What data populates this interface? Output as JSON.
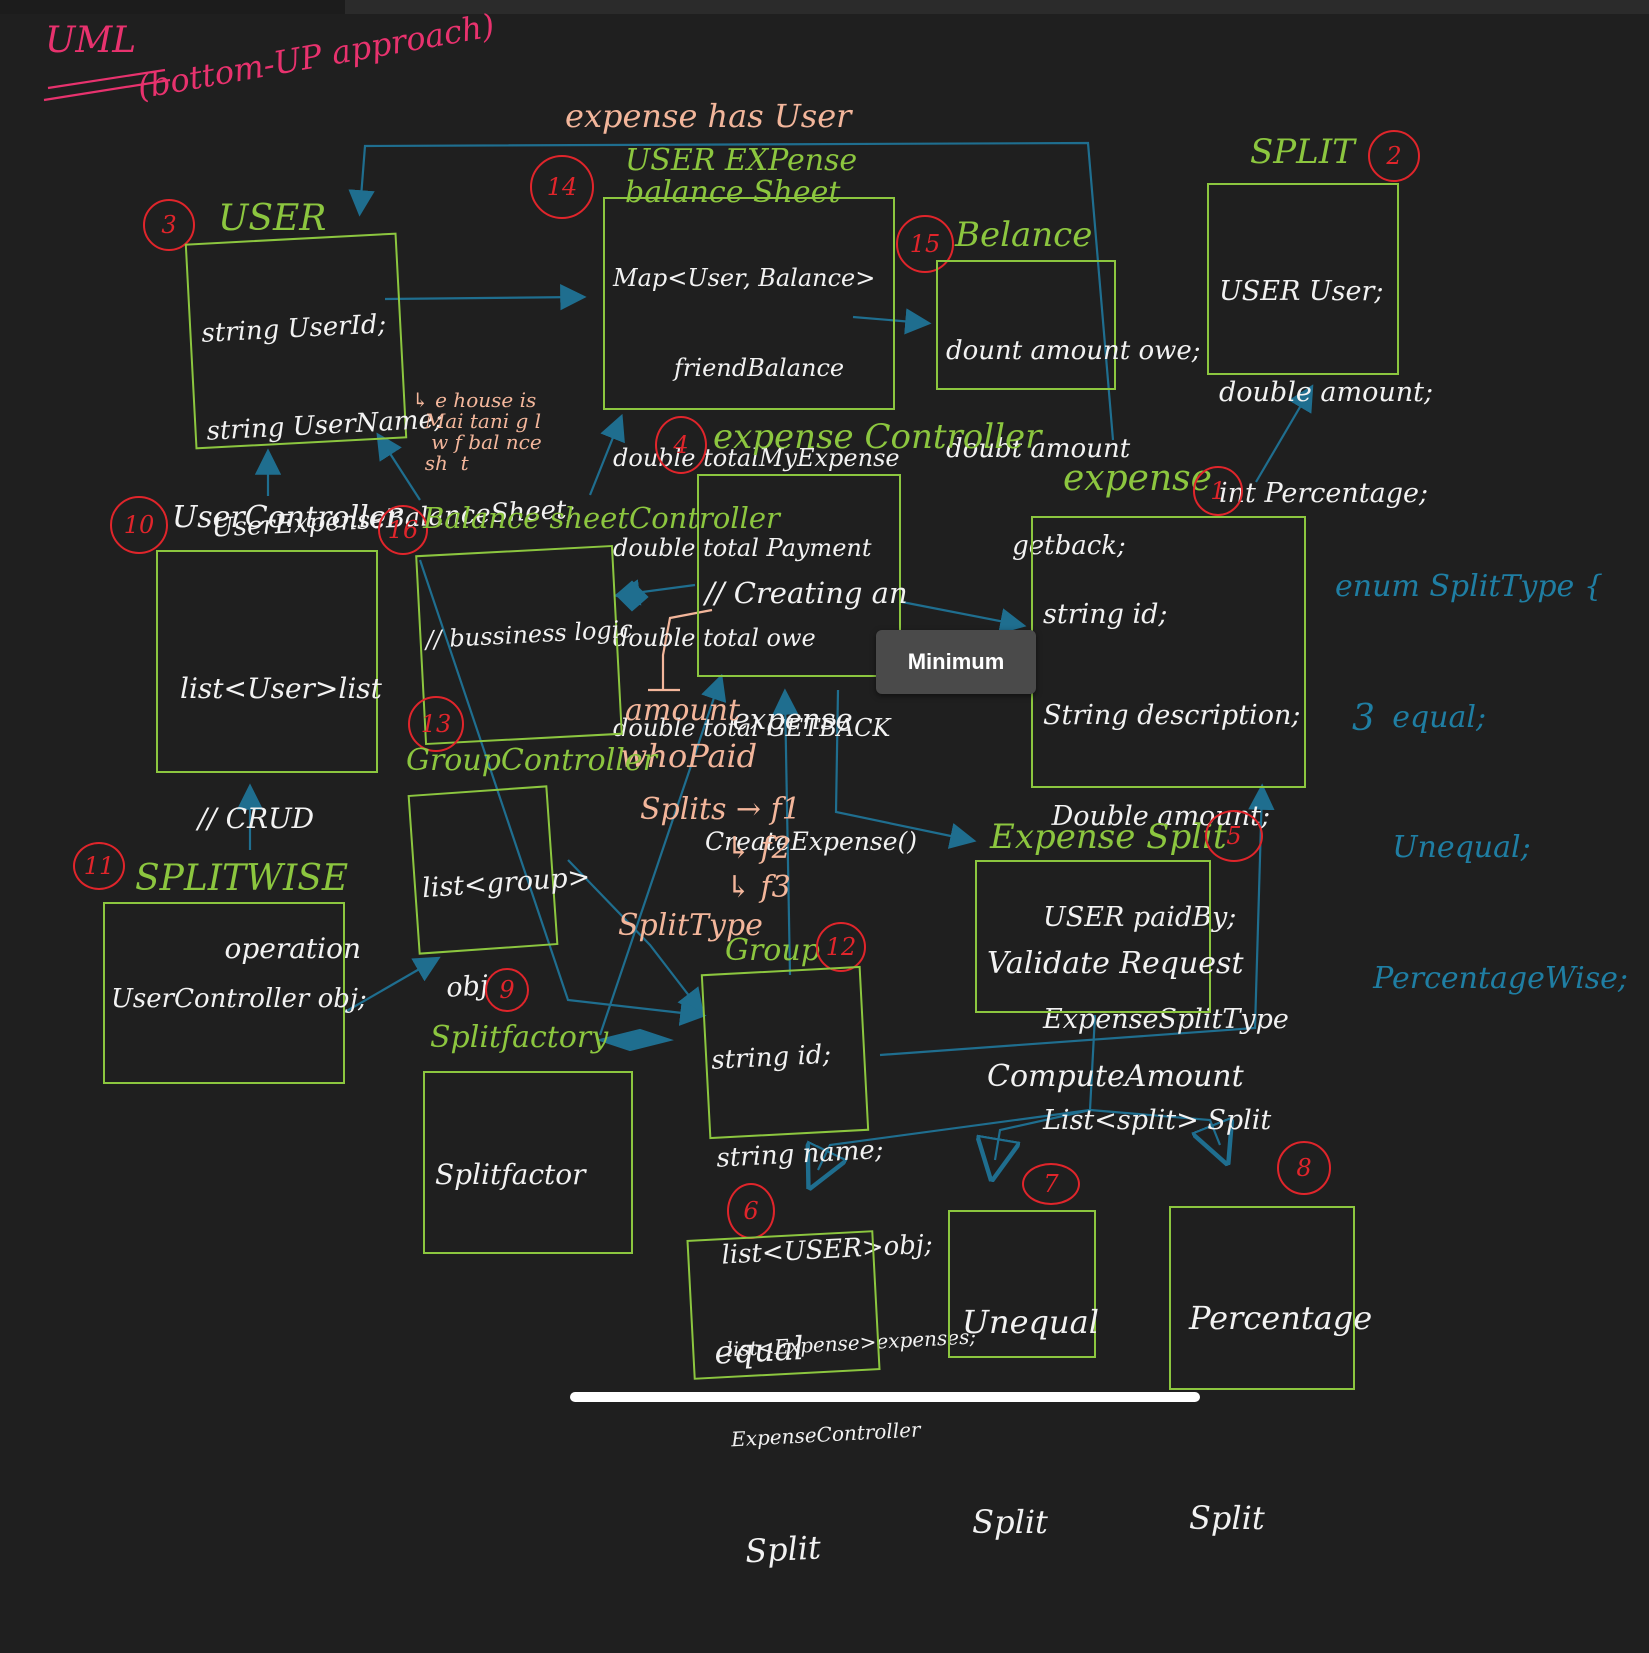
{
  "heading": {
    "title": "UML",
    "subtitle": "(bottom-UP approach)"
  },
  "top_label": "expense has User",
  "boxes": {
    "user": {
      "title": "USER",
      "number": "3",
      "lines": [
        "string UserId;",
        "string UserName;",
        "UserExpenseBalanceSheet;"
      ]
    },
    "user_expense_balance_sheet": {
      "title": "USER EXPense balance Sheet",
      "number": "14",
      "lines": [
        "Map<User, Balance>",
        "        friendBalance",
        "double totalMyExpense",
        "double total Payment",
        "double total owe",
        "double total GETBACK"
      ]
    },
    "balance": {
      "title": "Belance",
      "number": "15",
      "lines": [
        "dount amount owe;",
        "doubt amount",
        "        getback;"
      ]
    },
    "split": {
      "title": "SPLIT",
      "number": "2",
      "lines": [
        "USER User;",
        "double amount;",
        "int Percentage;"
      ]
    },
    "user_controller": {
      "title": "UserController",
      "number": "10",
      "lines": [
        "list<User>list",
        "  // CRUD",
        "     operation"
      ]
    },
    "balance_sheet_controller": {
      "title": "Balance sheetController",
      "number": "16",
      "lines": [
        "// bussiness logic"
      ]
    },
    "expense_controller": {
      "title": "expense Controller",
      "number": "4",
      "lines": [
        "// Creating an",
        "   expense",
        "CreateExpense()"
      ]
    },
    "expense": {
      "title": "expense",
      "number": "1",
      "lines": [
        "string id;",
        "String description;",
        " Double amount;",
        "USER paidBy;",
        "ExpenseSplitType",
        "List<split> Split"
      ]
    },
    "splitwise": {
      "title": "SPLITWISE",
      "number": "11",
      "lines": [
        "UserController obj;"
      ]
    },
    "group_controller": {
      "title": "GroupController",
      "number": "13",
      "lines": [
        "list<group>",
        "  obj"
      ]
    },
    "split_factory": {
      "title": "Splitfactory",
      "number": "9",
      "lines": [
        "Splitfactor"
      ]
    },
    "group": {
      "title": "Group",
      "number": "12",
      "lines": [
        "string id;",
        "string name;",
        "list<USER>obj;",
        "list<Expense>expenses;",
        "ExpenseController"
      ]
    },
    "expense_split": {
      "title": "Expense Split",
      "number": "5",
      "lines": [
        "Validate Request",
        "ComputeAmount"
      ]
    },
    "equal_split": {
      "number": "6",
      "lines": [
        "equal",
        "",
        "  Split"
      ]
    },
    "unequal_split": {
      "number": "7",
      "lines": [
        "Unequal",
        "",
        " Split"
      ]
    },
    "percentage_split": {
      "number": "8",
      "lines": [
        "Percentage",
        "",
        "Split"
      ]
    }
  },
  "notes": {
    "balance_note": "↳ e house is\n  Mai tani g l\n   w f bal nce\n  sh  t",
    "amount": "amount",
    "who_paid": "whoPaid",
    "splits": "Splits → f1\n         ↳ f2\n         ↳ f3",
    "split_type": "SplitType"
  },
  "enum_note": {
    "lines": [
      "enum SplitType {",
      "      equal;",
      "      Unequal;",
      "    PercentageWise;"
    ],
    "number": "3"
  },
  "tooltip": "Minimum",
  "colors": {
    "background": "#1f1f1f",
    "box_border": "#8cc63f",
    "arrow": "#1f6e8f",
    "number_circle": "#e0252b",
    "heading": "#e8326e",
    "note": "#f3b69b",
    "enum": "#1f7ea3"
  }
}
